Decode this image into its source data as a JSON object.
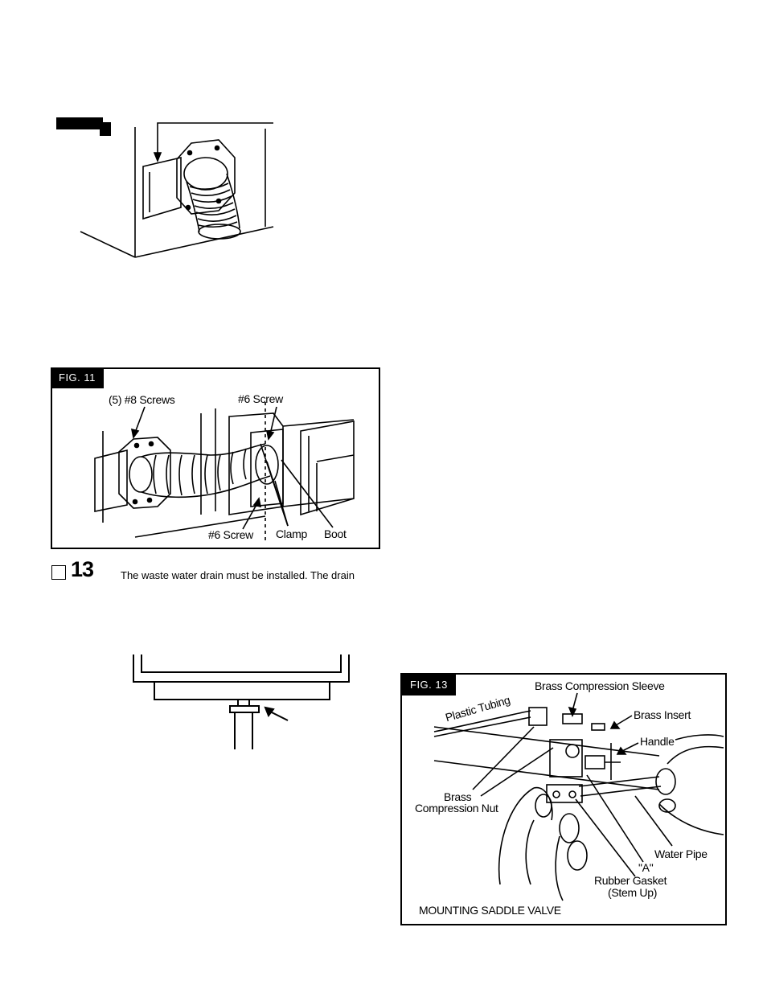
{
  "fig10": {
    "tag_text": ""
  },
  "fig11": {
    "tag": "FIG. 11",
    "labels": {
      "screws8": "(5) #8 Screws",
      "screw6_top": "#6 Screw",
      "screw6_bottom": "#6 Screw",
      "clamp": "Clamp",
      "boot": "Boot"
    }
  },
  "step13": {
    "number": "13",
    "text": "The waste water drain must be installed. The drain"
  },
  "fig13": {
    "tag": "FIG. 13",
    "labels": {
      "sleeve": "Brass Compression Sleeve",
      "tubing": "Plastic Tubing",
      "insert": "Brass Insert",
      "handle": "Handle",
      "brass": "Brass",
      "nut": "Compression Nut",
      "pipe": "Water Pipe",
      "a": "\"A\"",
      "gasket": "Rubber Gasket",
      "stem": "(Stem Up)"
    },
    "caption": "MOUNTING SADDLE VALVE"
  }
}
